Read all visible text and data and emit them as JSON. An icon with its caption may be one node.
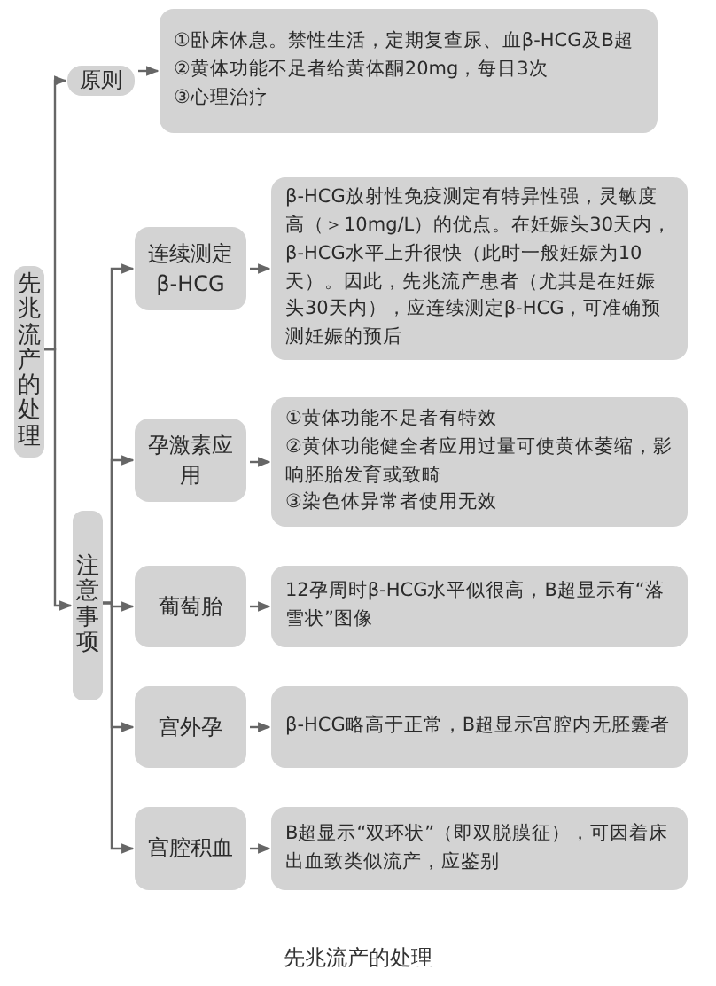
{
  "diagram": {
    "caption": "先兆流产的处理",
    "nodes": [
      {
        "text": [
          "先兆流产的处理"
        ]
      },
      {
        "text": [
          "原则"
        ]
      },
      {
        "text": [
          "①卧床休息。禁性生活，定期复查尿、血β-HCG及B超",
          "②黄体功能不足者给黄体酮20mg，每日3次",
          "③心理治疗"
        ]
      },
      {
        "text": [
          "注意事项"
        ]
      },
      {
        "text": [
          "连续测定β-HCG"
        ]
      },
      {
        "text": [
          "β-HCG放射性免疫测定有特异性强，灵敏度高（＞10mg/L）的优点。在妊娠头30天内，β-HCG水平上升很快（此时一般妊娠为10天）。因此，先兆流产患者（尤其是在妊娠头30天内），应连续测定β-HCG，可准确预测妊娠的预后"
        ]
      },
      {
        "text": [
          "孕激素应用"
        ]
      },
      {
        "text": [
          "①黄体功能不足者有特效",
          "②黄体功能健全者应用过量可使黄体萎缩，影响胚胎发育或致畸",
          "③染色体异常者使用无效"
        ]
      },
      {
        "text": [
          "葡萄胎"
        ]
      },
      {
        "text": [
          "12孕周时β-HCG水平似很高，B超显示有“落雪状”图像"
        ]
      },
      {
        "text": [
          "宫外孕"
        ]
      },
      {
        "text": [
          "β-HCG略高于正常，B超显示宫腔内无胚囊者"
        ]
      },
      {
        "text": [
          "宫腔积血"
        ]
      },
      {
        "text": [
          "B超显示“双环状”（即双脱膜征），可因着床出血致类似流产，应鉴别"
        ]
      }
    ],
    "edges": [
      {
        "from": 0,
        "to": 1,
        "arrow": "to"
      },
      {
        "from": 1,
        "to": 2,
        "arrow": "to"
      },
      {
        "from": 0,
        "to": 3,
        "arrow": "to"
      },
      {
        "from": 3,
        "to": 4,
        "arrow": "to"
      },
      {
        "from": 4,
        "to": 5,
        "arrow": "to"
      },
      {
        "from": 3,
        "to": 6,
        "arrow": "to"
      },
      {
        "from": 6,
        "to": 7,
        "arrow": "to"
      },
      {
        "from": 3,
        "to": 8,
        "arrow": "to"
      },
      {
        "from": 8,
        "to": 9,
        "arrow": "to"
      },
      {
        "from": 3,
        "to": 10,
        "arrow": "to"
      },
      {
        "from": 10,
        "to": 11,
        "arrow": "to"
      },
      {
        "from": 3,
        "to": 12,
        "arrow": "to"
      },
      {
        "from": 12,
        "to": 13,
        "arrow": "to"
      }
    ]
  }
}
